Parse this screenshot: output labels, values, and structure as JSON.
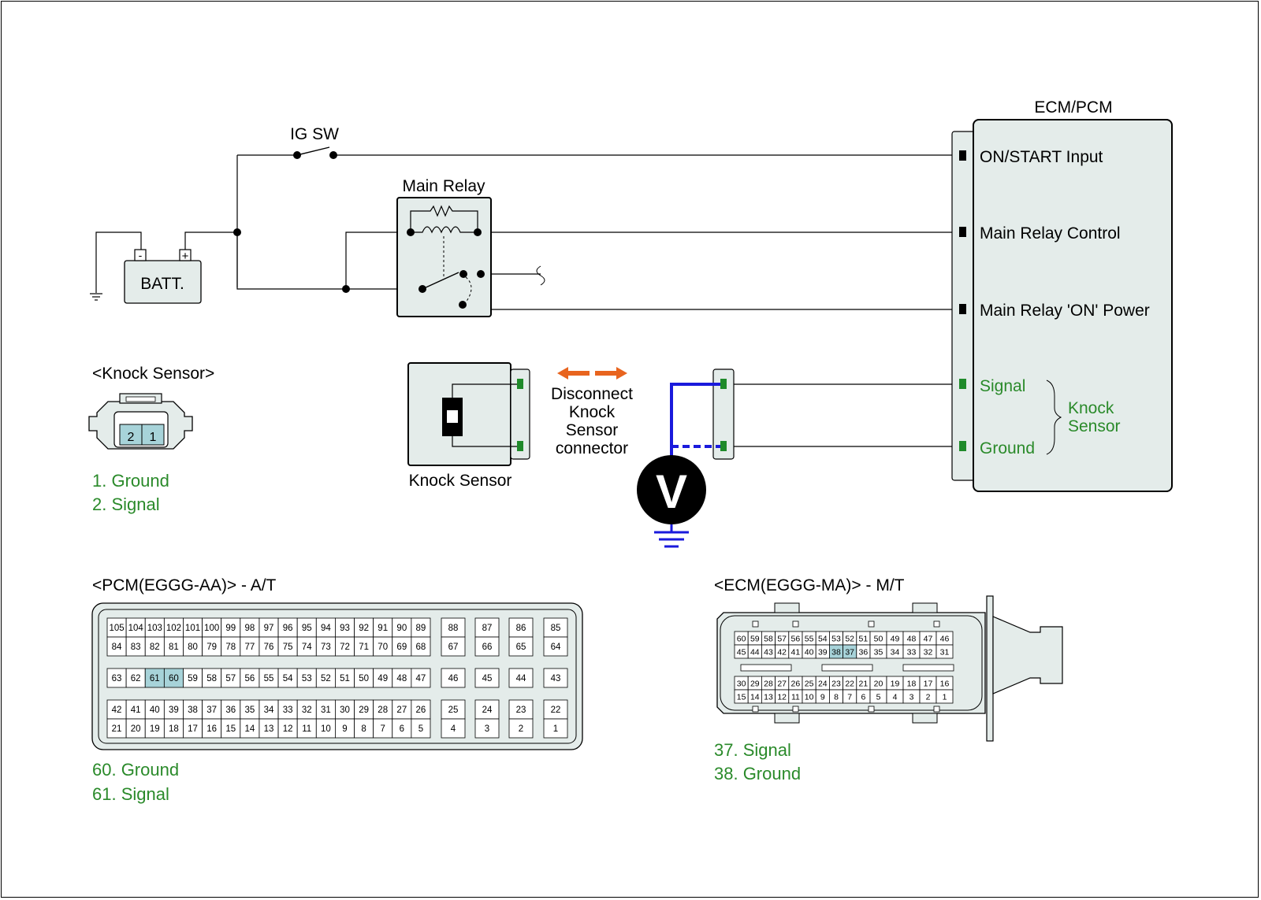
{
  "labels": {
    "ig_sw": "IG SW",
    "battery": "BATT.",
    "battery_neg": "-",
    "battery_pos": "+",
    "main_relay": "Main Relay",
    "ecm_title": "ECM/PCM",
    "on_start": "ON/START Input",
    "main_relay_control": "Main Relay Control",
    "main_relay_on_power": "Main Relay 'ON' Power",
    "signal": "Signal",
    "ground": "Ground",
    "knock_sensor_bracket_1": "Knock",
    "knock_sensor_bracket_2": "Sensor",
    "knock_sensor_component": "Knock Sensor",
    "disconnect_1": "Disconnect",
    "disconnect_2": "Knock",
    "disconnect_3": "Sensor",
    "disconnect_4": "connector",
    "voltmeter": "V"
  },
  "knock_connector": {
    "title": "<Knock Sensor>",
    "pins": [
      "2",
      "1"
    ],
    "legend": [
      "1. Ground",
      "2. Signal"
    ]
  },
  "pcm": {
    "title": "<PCM(EGGG-AA)> - A/T",
    "rows": [
      [
        "105",
        "104",
        "103",
        "102",
        "101",
        "100",
        "99",
        "98",
        "97",
        "96",
        "95",
        "94",
        "93",
        "92",
        "91",
        "90",
        "89",
        "88",
        "87",
        "86",
        "85"
      ],
      [
        "84",
        "83",
        "82",
        "81",
        "80",
        "79",
        "78",
        "77",
        "76",
        "75",
        "74",
        "73",
        "72",
        "71",
        "70",
        "69",
        "68",
        "67",
        "66",
        "65",
        "64"
      ],
      [
        "63",
        "62",
        "61",
        "60",
        "59",
        "58",
        "57",
        "56",
        "55",
        "54",
        "53",
        "52",
        "51",
        "50",
        "49",
        "48",
        "47",
        "46",
        "45",
        "44",
        "43"
      ],
      [
        "42",
        "41",
        "40",
        "39",
        "38",
        "37",
        "36",
        "35",
        "34",
        "33",
        "32",
        "31",
        "30",
        "29",
        "28",
        "27",
        "26",
        "25",
        "24",
        "23",
        "22"
      ],
      [
        "21",
        "20",
        "19",
        "18",
        "17",
        "16",
        "15",
        "14",
        "13",
        "12",
        "11",
        "10",
        "9",
        "8",
        "7",
        "6",
        "5",
        "4",
        "3",
        "2",
        "1"
      ]
    ],
    "highlight": [
      "61",
      "60"
    ],
    "legend": [
      "60. Ground",
      "61. Signal"
    ]
  },
  "ecm": {
    "title": "<ECM(EGGG-MA)> - M/T",
    "rows": [
      [
        "60",
        "59",
        "58",
        "57",
        "56",
        "55",
        "54",
        "53",
        "52",
        "51",
        "50",
        "49",
        "48",
        "47",
        "46"
      ],
      [
        "45",
        "44",
        "43",
        "42",
        "41",
        "40",
        "39",
        "38",
        "37",
        "36",
        "35",
        "34",
        "33",
        "32",
        "31"
      ],
      [
        "30",
        "29",
        "28",
        "27",
        "26",
        "25",
        "24",
        "23",
        "22",
        "21",
        "20",
        "19",
        "18",
        "17",
        "16"
      ],
      [
        "15",
        "14",
        "13",
        "12",
        "11",
        "10",
        "9",
        "8",
        "7",
        "6",
        "5",
        "4",
        "3",
        "2",
        "1"
      ]
    ],
    "highlight": [
      "38",
      "37"
    ],
    "legend": [
      "37. Signal",
      "38. Ground"
    ]
  },
  "colors": {
    "signal_green": "#2a8a2a",
    "probe_blue": "#1a1adc",
    "arrow_orange": "#e8641e",
    "panel_fill": "#e4ecea",
    "pin_highlight": "#a7d3d9"
  }
}
